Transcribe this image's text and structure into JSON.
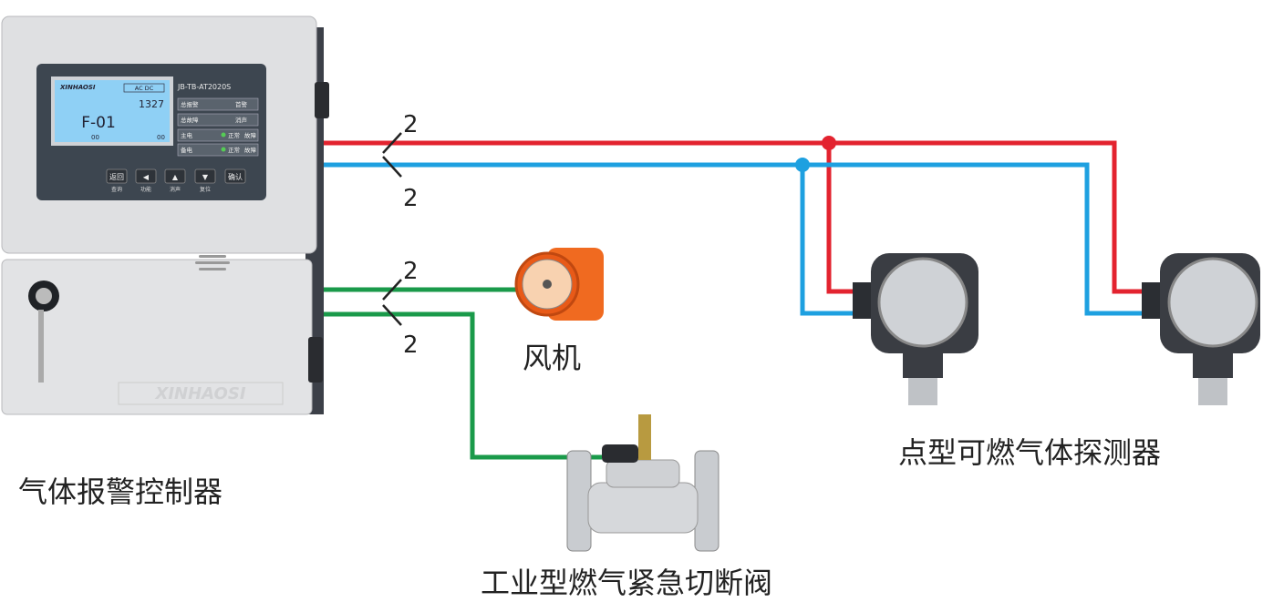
{
  "controller": {
    "label": "气体报警控制器",
    "model": "JB-TB-AT2020S",
    "brand": "XINHAOSI",
    "lcd": {
      "code": "F-01",
      "value": "1327",
      "mode": "AC DC",
      "left_count": "00",
      "right_count": "00"
    },
    "indicators": [
      "总报警",
      "首警",
      "总故障",
      "消声",
      "主电",
      "正常",
      "故障",
      "备电",
      "正常",
      "故障"
    ],
    "buttons": [
      {
        "key": "返回",
        "label": "查询"
      },
      {
        "key": "◀",
        "label": "功能"
      },
      {
        "key": "▲",
        "label": "消声"
      },
      {
        "key": "▼",
        "label": "复位"
      },
      {
        "key": "确认",
        "label": ""
      }
    ]
  },
  "wires": {
    "red_count": "2",
    "blue_count": "2",
    "fan_count": "2",
    "valve_count": "2",
    "colors": {
      "red": "#e3232f",
      "blue": "#1ea0e0",
      "green": "#1a9a4a"
    }
  },
  "fan": {
    "label": "风机"
  },
  "detector": {
    "label": "点型可燃气体探测器"
  },
  "valve": {
    "label": "工业型燃气紧急切断阀"
  }
}
